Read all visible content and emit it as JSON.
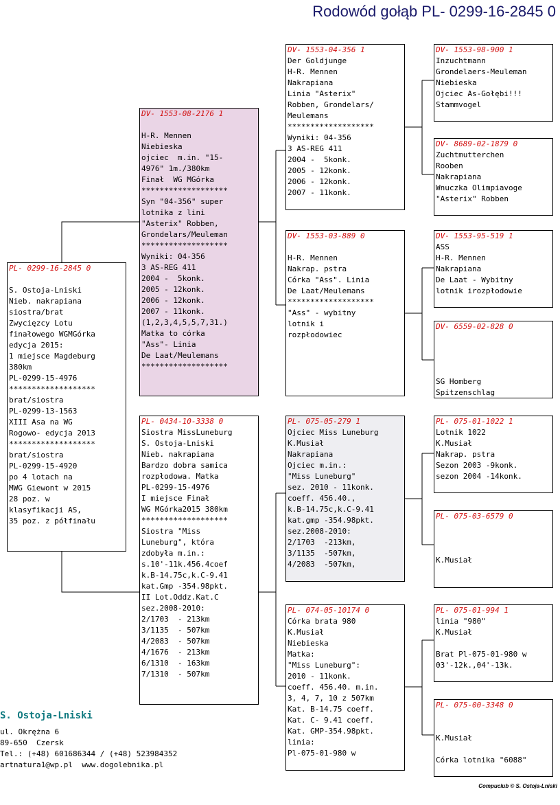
{
  "title": "Rodowód gołąb PL- 0299-16-2845 0",
  "pigeons": {
    "subject": {
      "id": "PL- 0299-16-2845 0",
      "lines": [
        "",
        "S. Ostoja-Lniski",
        "Nieb. nakrapiana",
        "siostra/brat",
        "Zwycięzcy Lotu",
        "finałowego WGMGórka",
        "edycja 2015:",
        "1 miejsce Magdeburg",
        "380km",
        "PL-0299-15-4976",
        "*******************",
        "brat/siostra",
        "PL-0299-13-1563",
        "XIII Asa na WG",
        "Rogowo- edycja 2013",
        "*******************",
        "brat/siostra",
        "PL-0299-15-4920",
        "po 4 lotach na",
        "MWG Giewont w 2015",
        "28 poz. w",
        "klasyfikacji AS,",
        "35 poz. z półfinału"
      ]
    },
    "father": {
      "id": "DV- 1553-08-2176 1",
      "lines": [
        "",
        "H-R. Mennen",
        "Niebieska",
        "ojciec  m.in. \"15-",
        "4976\" 1m./380km",
        "Finał  WG MGórka",
        "*******************",
        "Syn \"04-356\" super",
        "lotnika z lini",
        "\"Asterix\" Robben,",
        "Grondelars/Meuleman",
        "*******************",
        "Wyniki: 04-356",
        "3 AS-REG 411",
        "2004 -  5konk.",
        "2005 - 12konk.",
        "2006 - 12konk.",
        "2007 - 11konk.",
        "(1,2,3,4,5,5,7,31.)",
        "Matka to córka",
        "\"Ass\"- Linia",
        "De Laat/Meulemans",
        "*******************"
      ]
    },
    "mother": {
      "id": "PL- 0434-10-3338 0",
      "lines": [
        "Siostra MissLuneburg",
        "S. Ostoja-Lniski",
        "Nieb. nakrapiana",
        "Bardzo dobra samica",
        "rozpłodowa. Matka",
        "PL-0299-15-4976",
        "I miejsce Finał",
        "WG MGórka2015 380km",
        "*******************",
        "Siostra \"Miss",
        "Luneburg\", która",
        "zdobyła m.in.:",
        "s.10'-11k.456.4coef",
        "k.B-14.75c,k.C-9.41",
        "kat.Gmp -354.98pkt.",
        "II Lot.Oddz.Kat.C",
        "sez.2008-2010:",
        "2/1703  - 213km",
        "3/1135  - 507km",
        "4/2083  - 507km",
        "4/1676  - 213km",
        "6/1310  - 163km",
        "7/1310  - 507km"
      ]
    },
    "ff": {
      "id": "DV- 1553-04-356 1",
      "lines": [
        "Der Goldjunge",
        "H-R. Mennen",
        "Nakrapiana",
        "Linia \"Asterix\"",
        "Robben, Grondelars/",
        "Meulemans",
        "*******************",
        "Wyniki: 04-356",
        "3 AS-REG 411",
        "2004 -  5konk.",
        "2005 - 12konk.",
        "2006 - 12konk.",
        "2007 - 11konk."
      ]
    },
    "fm": {
      "id": "DV- 1553-03-889 0",
      "lines": [
        "",
        "H-R. Mennen",
        "Nakrap. pstra",
        "Córka \"Ass\". Linia",
        "De Laat/Meulemans",
        "*******************",
        "\"Ass\" - wybitny",
        "lotnik i",
        "rozpłodowiec"
      ]
    },
    "mf": {
      "id": "PL- 075-05-279 1",
      "lines": [
        "Ojciec Miss Luneburg",
        "K.Musiał",
        "Nakrapiana",
        "Ojciec m.in.:",
        "\"Miss Luneburg\"",
        "sez. 2010 - 11konk.",
        "coeff. 456.40.,",
        "k.B-14.75c,k.C-9.41",
        "kat.gmp -354.98pkt.",
        "sez.2008-2010:",
        "2/1703  -213km,",
        "3/1135  -507km,",
        "4/2083  -507km,"
      ]
    },
    "mm": {
      "id": "PL- 074-05-10174 0",
      "lines": [
        "Córka brata 980",
        "K.Musiał",
        "Niebieska",
        "Matka:",
        "\"Miss Luneburg\":",
        "2010 - 11konk.",
        "coeff. 456.40. m.in.",
        "3, 4, 7, 10 z 507km",
        "Kat. B-14.75 coeff.",
        "Kat. C- 9.41 coeff.",
        "Kat. GMP-354.98pkt.",
        "linia:",
        "Pl-075-01-980 w"
      ]
    },
    "fff": {
      "id": "DV- 1553-98-900 1",
      "lines": [
        "Inzuchtmann",
        "Grondelaers-Meuleman",
        "Niebieska",
        "Ojciec As-Gołębi!!!",
        "Stammvogel"
      ]
    },
    "ffm": {
      "id": "DV- 8689-02-1879 0",
      "lines": [
        "Zuchtmutterchen",
        "Rooben",
        "Nakrapiana",
        "Wnuczka Olimpiavoge",
        "\"Asterix\" Robben"
      ]
    },
    "fmf": {
      "id": "DV- 1553-95-519 1",
      "lines": [
        "ASS",
        "H-R. Mennen",
        "Nakrapiana",
        "De Laat - Wybitny",
        "lotnik irozpłodowie"
      ]
    },
    "fmm": {
      "id": "DV- 6559-02-828 0",
      "lines": [
        "",
        "",
        "",
        "",
        "SG Homberg",
        "Spitzenschlag"
      ]
    },
    "mff": {
      "id": "PL- 075-01-1022 1",
      "lines": [
        "Lotnik 1022",
        "K.Musiał",
        "Nakrap. pstra",
        "Sezon 2003 -9konk.",
        "sezon 2004 -14konk."
      ]
    },
    "mfm": {
      "id": "PL- 075-03-6579 0",
      "lines": [
        "",
        "",
        "",
        "K.Musiał"
      ]
    },
    "mmf": {
      "id": "PL- 075-01-994 1",
      "lines": [
        "linia \"980\"",
        "K.Musiał",
        "",
        "Brat Pl-075-01-980 w",
        "03'-12k.,04'-13k."
      ]
    },
    "mmm": {
      "id": "PL- 075-00-3348 0",
      "lines": [
        "",
        "",
        "K.Musiał",
        "",
        "Córka lotnika \"6088\""
      ]
    }
  },
  "owner": {
    "name": "S. Ostoja-Lniski",
    "street": "ul. Okrężna 6",
    "city": "89-650  Czersk",
    "phone": "Tel.: (+48) 601686344 / (+48) 523984352",
    "contact": "artnatura1@wp.pl  www.dogolebnika.pl"
  },
  "footer": "Compuclub © S. Ostoja-Lniski"
}
